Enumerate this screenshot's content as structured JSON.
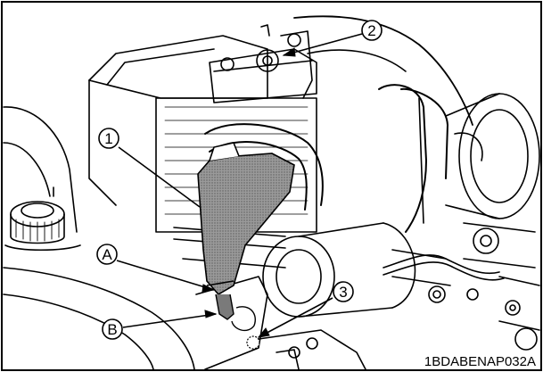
{
  "figure": {
    "callouts": {
      "one": "1",
      "two": "2",
      "three": "3",
      "a": "A",
      "b": "B"
    },
    "figure_code": "1BDABENAP032A",
    "highlight_color": "#8a8a8a",
    "line_color": "#000000",
    "icons": [
      "coolant-reserve-tank",
      "radiator-cap",
      "drain-plug",
      "cap-nut",
      "hose-clamp"
    ]
  }
}
